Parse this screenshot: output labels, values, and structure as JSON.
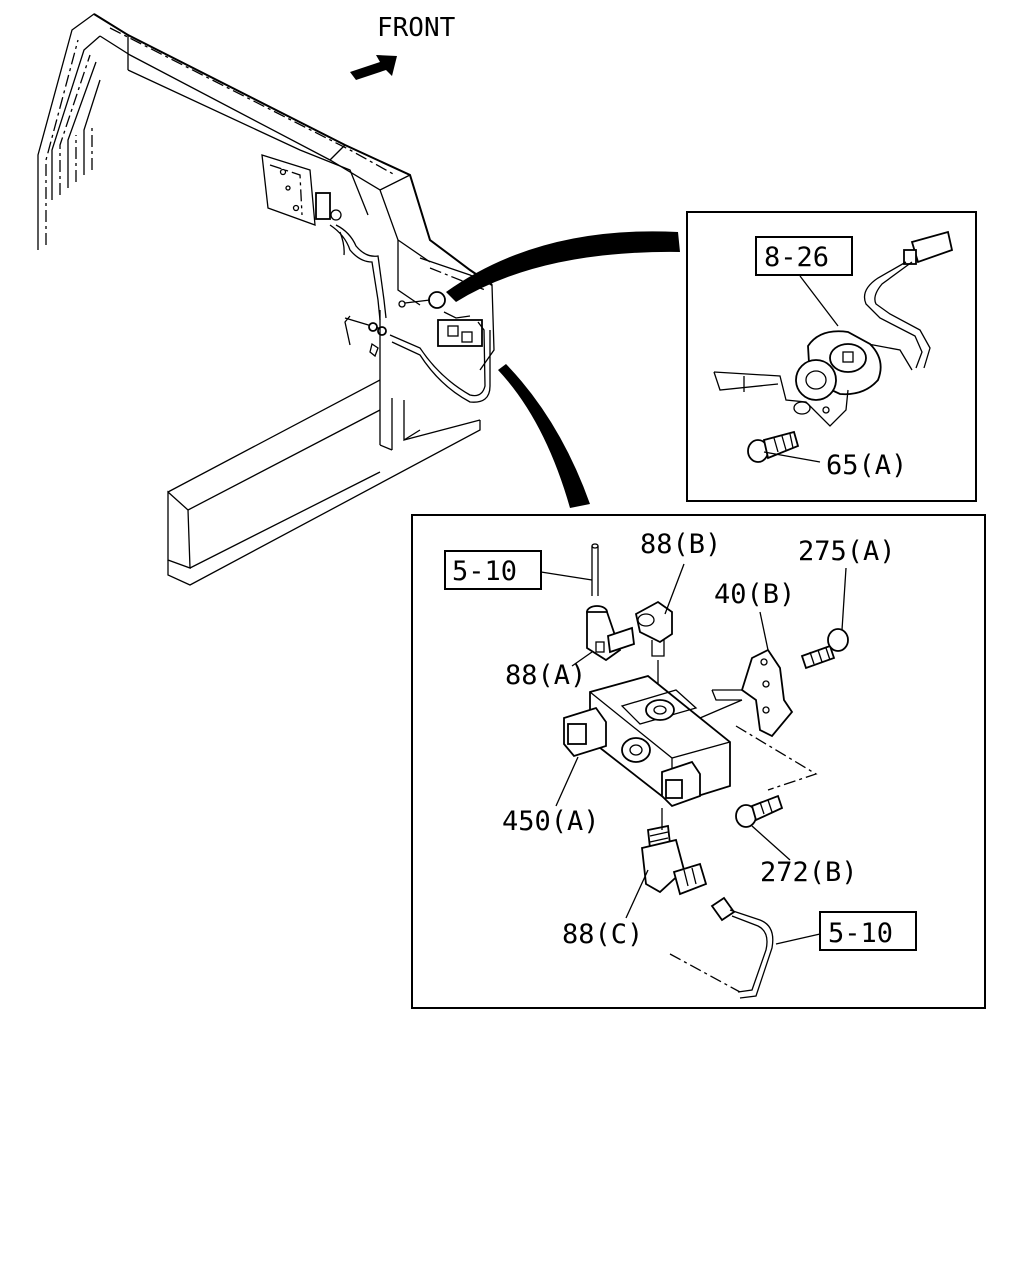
{
  "header": {
    "front_label": "FRONT"
  },
  "callouts": {
    "ref_8_26": "8-26",
    "part_65a": "65(A)",
    "ref_5_10_top": "5-10",
    "part_88b": "88(B)",
    "part_275a": "275(A)",
    "part_40b": "40(B)",
    "part_88a": "88(A)",
    "part_450a": "450(A)",
    "part_272b": "272(B)",
    "part_88c": "88(C)",
    "ref_5_10_bottom": "5-10"
  },
  "colors": {
    "line": "#000000",
    "background": "#ffffff"
  }
}
